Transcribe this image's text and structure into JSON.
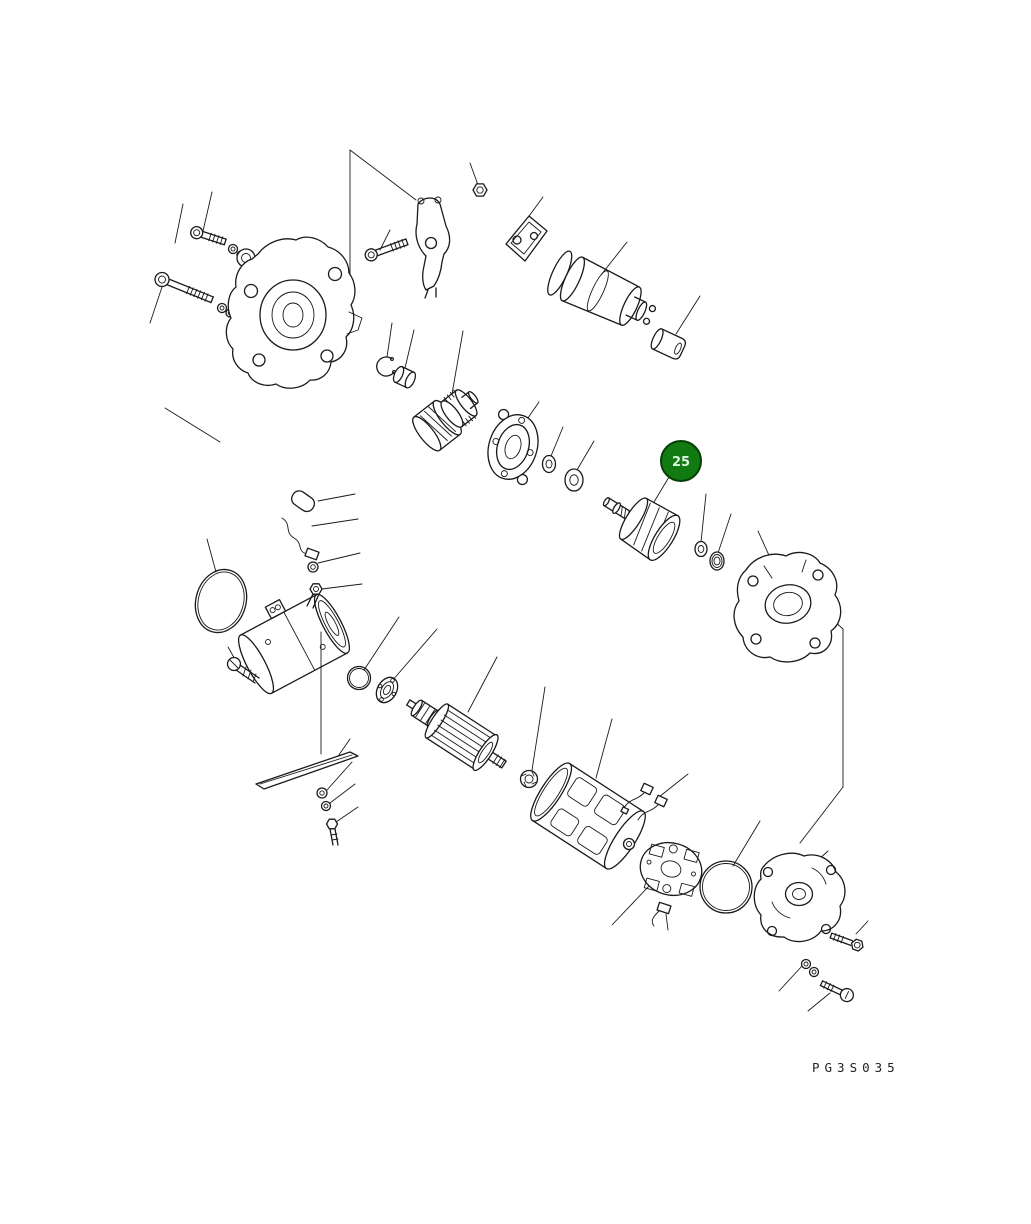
{
  "figure": {
    "type": "exploded-parts-diagram",
    "subject": "starter-motor-assembly",
    "code": "PG3S035",
    "callout": {
      "number": "25"
    }
  },
  "colors": {
    "callout_fill": "#117a11",
    "callout_stroke": "#063f06",
    "callout_text": "#dff3df",
    "line": "#1a1a1a",
    "background": "#ffffff"
  }
}
